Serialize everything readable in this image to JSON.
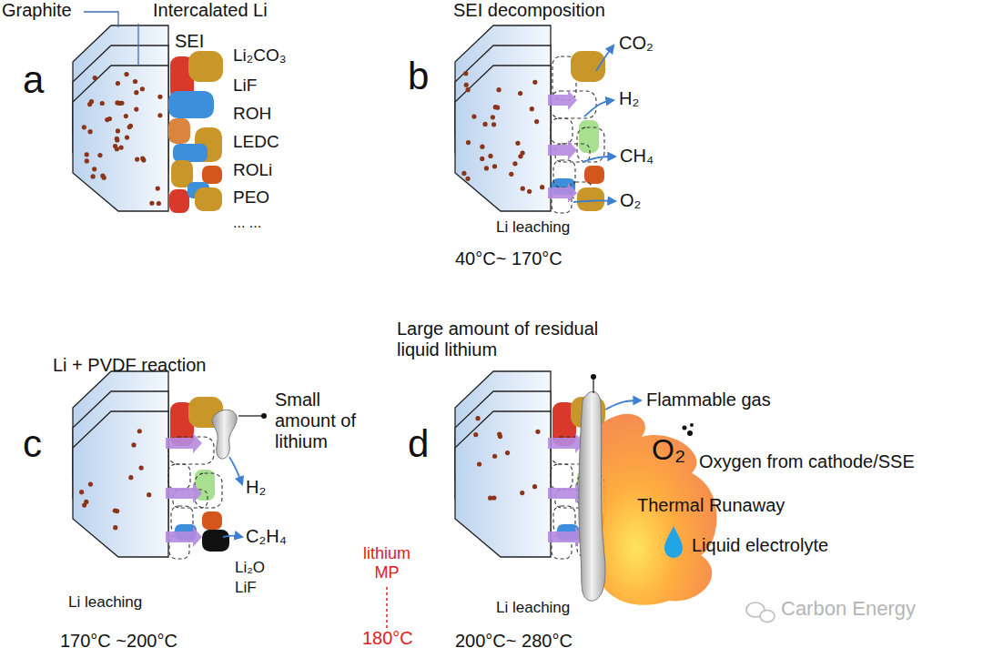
{
  "diagram": {
    "labels": [
      "Graphite",
      "Intercalated Li",
      "SEI",
      "Li₂CO₃",
      "LiF",
      "ROH",
      "LEDC",
      "ROLi",
      "PEO",
      "... ...",
      "a",
      "SEI decomposition",
      "b",
      "CO₂",
      "H₂",
      "CH₄",
      "O₂",
      "Li leaching",
      "40°C~ 170°C",
      "Li + PVDF reaction",
      "c",
      "Small amount of lithium",
      "H₂",
      "C₂H₄",
      "Li₂O",
      "LiF",
      "lithium MP",
      "180°C",
      "Li leaching",
      "170°C ~200°C",
      "Large amount of residual liquid lithium",
      "d",
      "Flammable gas",
      "O₂",
      "Oxygen from cathode/SSE",
      "Thermal Runaway",
      "Liquid electrolyte",
      "Li leaching",
      "200°C~ 280°C",
      "Carbon Energy"
    ]
  }
}
